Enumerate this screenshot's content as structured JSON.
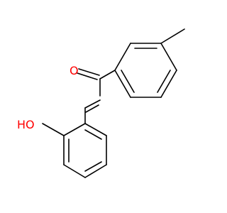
{
  "molecule": {
    "atoms": [
      {
        "id": "O1",
        "label": "O",
        "color": "#ff0000"
      },
      {
        "id": "O2",
        "label": "HO",
        "color": "#ff0000"
      }
    ],
    "colors": {
      "bond": "#000000",
      "background": "#ffffff"
    }
  }
}
